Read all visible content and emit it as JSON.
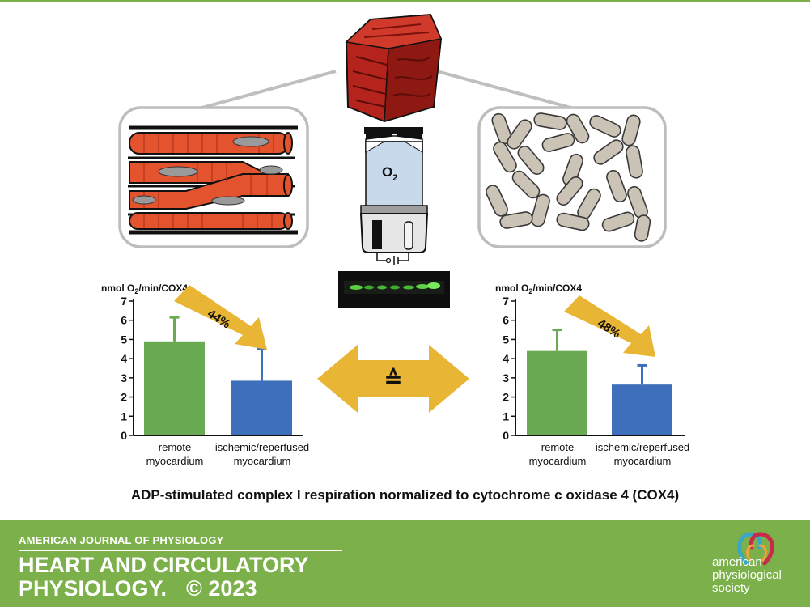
{
  "chamber_label": "O",
  "chamber_label_sub": "2",
  "equivalence_symbol": "≙",
  "caption": "ADP-stimulated complex I respiration normalized to cytochrome c oxidase 4 (COX4)",
  "journal": {
    "line1": "AMERICAN JOURNAL OF PHYSIOLOGY",
    "line2": "HEART AND CIRCULATORY",
    "line3": "PHYSIOLOGY.",
    "copyright": "© 2023"
  },
  "society": {
    "line1": "american",
    "line2": "physiological",
    "line3": "society"
  },
  "colors": {
    "remote": "#6aaa52",
    "ischemic": "#3d6fba",
    "arrow": "#e9b535",
    "footer": "#7bb04a"
  },
  "chart_data": [
    {
      "type": "bar",
      "ylabel_main": "nmol O",
      "ylabel_sub": "2",
      "ylabel_rest": "/min/COX4",
      "ylim": [
        0,
        7
      ],
      "yticks": [
        0,
        1,
        2,
        3,
        4,
        5,
        6,
        7
      ],
      "categories": [
        {
          "line1": "remote",
          "line2": "myocardium"
        },
        {
          "line1": "ischemic/reperfused",
          "line2": "myocardium"
        }
      ],
      "values": [
        4.9,
        2.85
      ],
      "errors": [
        1.25,
        1.65
      ],
      "decrease_label": "44%"
    },
    {
      "type": "bar",
      "ylabel_main": "nmol O",
      "ylabel_sub": "2",
      "ylabel_rest": "/min/COX4",
      "ylim": [
        0,
        7
      ],
      "yticks": [
        0,
        1,
        2,
        3,
        4,
        5,
        6,
        7
      ],
      "categories": [
        {
          "line1": "remote",
          "line2": "myocardium"
        },
        {
          "line1": "ischemic/reperfused",
          "line2": "myocardium"
        }
      ],
      "values": [
        4.4,
        2.65
      ],
      "errors": [
        1.1,
        1.0
      ],
      "decrease_label": "48%"
    }
  ]
}
